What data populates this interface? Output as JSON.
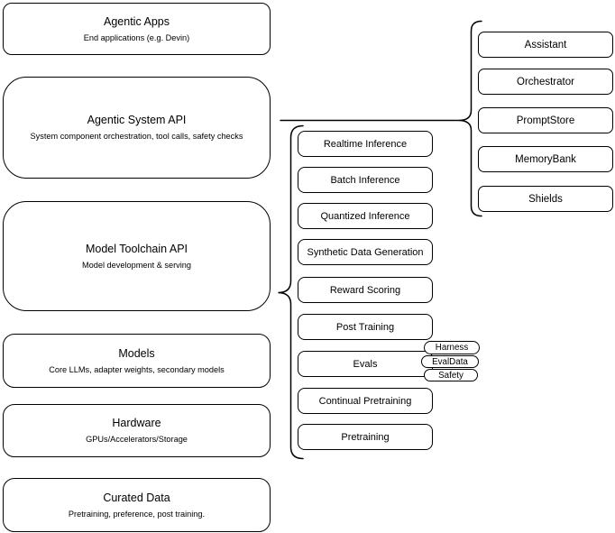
{
  "diagram": {
    "background_color": "#ffffff",
    "stroke_color": "#000000"
  },
  "left_stack": [
    {
      "title": "Agentic Apps",
      "subtitle": "End applications (e.g. Devin)"
    },
    {
      "title": "Agentic System API",
      "subtitle": "System component orchestration, tool calls, safety checks"
    },
    {
      "title": "Model Toolchain API",
      "subtitle": "Model development & serving"
    },
    {
      "title": "Models",
      "subtitle": "Core LLMs, adapter weights, secondary models"
    },
    {
      "title": "Hardware",
      "subtitle": "GPUs/Accelerators/Storage"
    },
    {
      "title": "Curated Data",
      "subtitle": "Pretraining, preference, post training."
    }
  ],
  "middle_stack": {
    "items": [
      "Realtime Inference",
      "Batch Inference",
      "Quantized Inference",
      "Synthetic Data Generation",
      "Reward Scoring",
      "Post Training",
      "Evals",
      "Continual Pretraining",
      "Pretraining"
    ]
  },
  "right_stack": {
    "items": [
      "Assistant",
      "Orchestrator",
      "PromptStore",
      "MemoryBank",
      "Shields"
    ]
  },
  "eval_tags": [
    "Harness",
    "EvalData",
    "Safety"
  ]
}
